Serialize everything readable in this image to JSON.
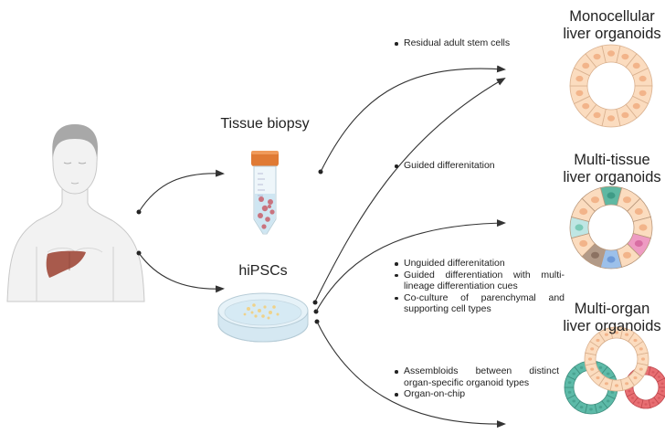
{
  "sources": {
    "tissue_biopsy": "Tissue biopsy",
    "hipscs": "hiPSCs"
  },
  "routes": {
    "residual": [
      "Residual adult stem cells"
    ],
    "guided": [
      "Guided differenitation"
    ],
    "hipsc_multi_tissue": [
      "Unguided differenitation",
      "Guided differentiation with multi-lineage differentiation cues",
      "Co-culture of parenchymal and supporting cell types"
    ],
    "hipsc_multi_organ": [
      "Assembloids between distinct organ-specific organoid types",
      "Organ-on-chip"
    ]
  },
  "outcomes": {
    "monocellular": {
      "line1": "Monocellular",
      "line2": "liver organoids"
    },
    "multi_tissue": {
      "line1": "Multi-tissue",
      "line2": "liver organoids"
    },
    "multi_organ": {
      "line1": "Multi-organ",
      "line2": "liver organoids"
    }
  },
  "colors": {
    "liver": "#a85a4c",
    "hepatocyte": "#fbdcbf",
    "hepatocyte_nucleus": "#f2b48a",
    "teal_cell": "#5fb8a2",
    "pink_cell": "#ee9bc3",
    "blue_cell": "#9cc0ea",
    "brown_cell": "#b29a88",
    "light_teal_cell": "#bfe6e4",
    "organoid_teal": "#5dbaa8",
    "organoid_red": "#e86e72",
    "tube_cap": "#e07a34",
    "arrow": "#333333"
  }
}
